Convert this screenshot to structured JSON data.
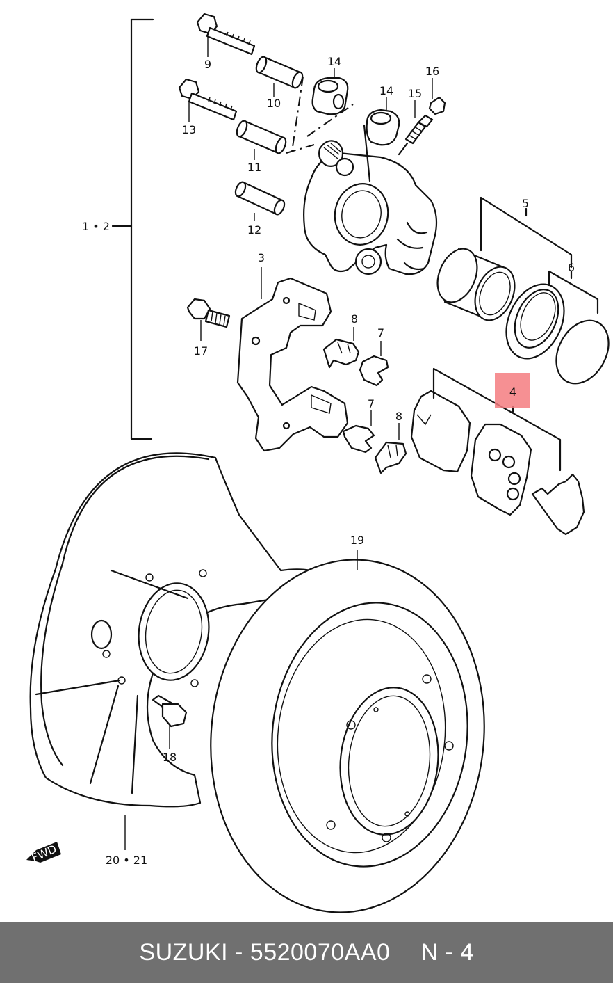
{
  "labels": {
    "l1_2": "1 • 2",
    "l3": "3",
    "l4": "4",
    "l5": "5",
    "l6": "6",
    "l7a": "7",
    "l7b": "7",
    "l8a": "8",
    "l8b": "8",
    "l9": "9",
    "l10": "10",
    "l11": "11",
    "l12": "12",
    "l13": "13",
    "l14a": "14",
    "l14b": "14",
    "l15": "15",
    "l16": "16",
    "l17": "17",
    "l18": "18",
    "l19": "19",
    "l20_21": "20 • 21",
    "fwd": "FWD"
  },
  "highlight_color": "#f47c80",
  "footer": {
    "brand": "SUZUKI - 5520070AA0",
    "page": "N - 4"
  }
}
